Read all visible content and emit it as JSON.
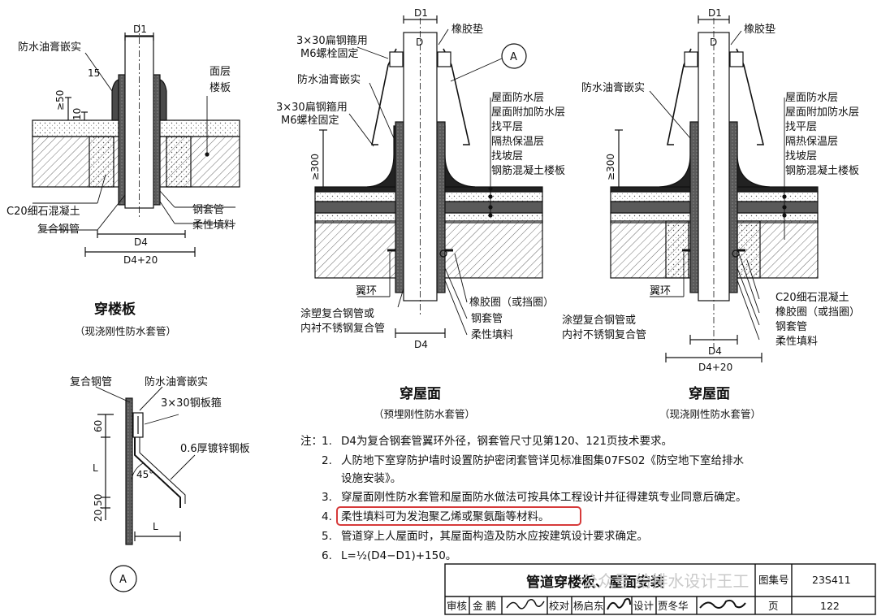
{
  "colors": {
    "line": "#111111",
    "hatch": "#444444",
    "highlight": "#d63a3a",
    "concrete": "#e4e4e4",
    "dark": "#4a4a4a",
    "paper": "#ffffff"
  },
  "left": {
    "labels": {
      "sealant": "防水油膏嵌实",
      "dim15": "15",
      "dim50": "≥50",
      "dim10": "10",
      "surface": "面层",
      "slab": "楼板",
      "c20": "C20细石混凝土",
      "composite": "复合钢管",
      "sleeve": "钢套管",
      "filler": "柔性填料",
      "d1": "D1",
      "d4": "D4",
      "d4p20": "D4+20"
    },
    "title": "穿楼板",
    "subtitle": "（现浇刚性防水套管）"
  },
  "mid": {
    "labels": {
      "strap1": "3×30扁钢箍用",
      "bolt1": "M6螺栓固定",
      "gasket": "橡胶垫",
      "sealant": "防水油膏嵌实",
      "strap2": "3×30扁钢箍用",
      "bolt2": "M6螺栓固定",
      "dim300": "≥300",
      "l1": "屋面防水层",
      "l2": "屋面附加防水层",
      "l3": "找平层",
      "l4": "隔热保温层",
      "l5": "找坡层",
      "l6": "钢筋混凝土楼板",
      "wing": "翼环",
      "oring": "橡胶圈（或挡圈）",
      "coated1": "涂塑复合钢管或",
      "coated2": "内衬不锈钢复合管",
      "sleeve": "钢套管",
      "filler": "柔性填料",
      "d1": "D1",
      "d": "D",
      "d4": "D4",
      "callout": "A"
    },
    "title": "穿屋面",
    "subtitle": "（预埋刚性防水套管）"
  },
  "right": {
    "labels": {
      "gasket": "橡胶垫",
      "sealant": "防水油膏嵌实",
      "dim300": "≥300",
      "l1": "屋面防水层",
      "l2": "屋面附加防水层",
      "l3": "找平层",
      "l4": "隔热保温层",
      "l5": "找坡层",
      "l6": "钢筋混凝土楼板",
      "wing": "翼环",
      "c20": "C20细石混凝土",
      "oring": "橡胶圈（或挡圈）",
      "coated1": "涂塑复合钢管或",
      "coated2": "内衬不锈钢复合管",
      "sleeve": "钢套管",
      "filler": "柔性填料",
      "d1": "D1",
      "d": "D",
      "d4": "D4",
      "d4p20": "D4+20"
    },
    "title": "穿屋面",
    "subtitle": "（现浇刚性防水套管）"
  },
  "detail": {
    "labels": {
      "composite": "复合钢管",
      "sealant": "防水油膏嵌实",
      "strap": "3×30钢板箍",
      "sheet": "0.6厚镀锌钢板",
      "dim60": "60",
      "dimL": "L",
      "angle": "45°",
      "dim2050": "20,50",
      "bottomL": "L",
      "callout": "A"
    }
  },
  "notes": {
    "prefix": "注：",
    "items": [
      {
        "num": "1.",
        "text": "D4为复合钢套管翼环外径，钢套管尺寸见第120、121页技术要求。"
      },
      {
        "num": "2.",
        "text": "人防地下室穿防护墙时设置防护密闭套管详见标准图集07FS02《防空地下室给排水"
      },
      {
        "num": "",
        "text": "设施安装》。"
      },
      {
        "num": "3.",
        "text": "穿屋面刚性防水套管和屋面防水做法可按具体工程设计并征得建筑专业同意后确定。"
      },
      {
        "num": "4.",
        "text": "柔性填料可为发泡聚乙烯或聚氨酯等材料。"
      },
      {
        "num": "5.",
        "text": "管道穿上人屋面时，其屋面构造及防水应按建筑设计要求确定。"
      },
      {
        "num": "6.",
        "text": "L=½(D4−D1)+150。"
      }
    ]
  },
  "titleblock": {
    "title": "管道穿楼板、屋面安装",
    "atlas_label": "图集号",
    "atlas_no": "23S411",
    "page_label": "页",
    "page_no": "122",
    "review_label": "审核",
    "review_name": "金 鹏",
    "check_label": "校对",
    "check_name": "杨启东",
    "design_label": "设计",
    "design_name": "贾冬华",
    "sig1": "金鹏",
    "sig2": "杨启东",
    "sig3": "贾冬华"
  },
  "watermark": "公众号·给排水设计王工"
}
